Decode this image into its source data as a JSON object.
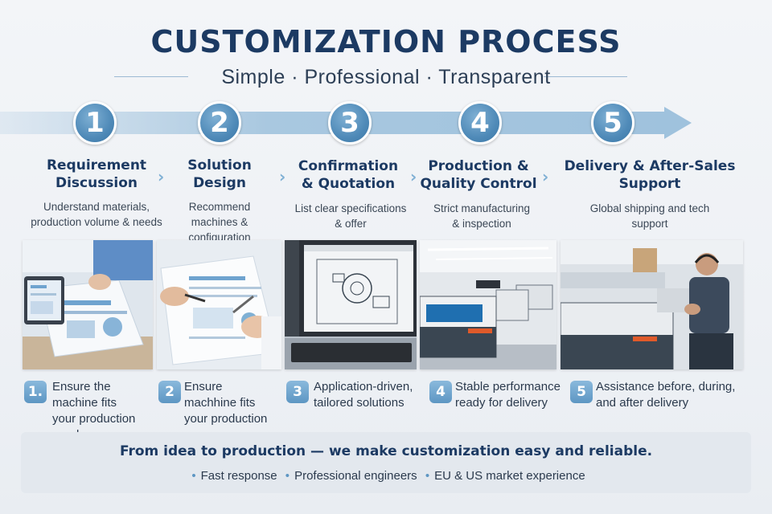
{
  "header": {
    "title": "CUSTOMIZATION PROCESS",
    "subtitle": "Simple · Professional · Transparent"
  },
  "steps": [
    {
      "number": "1",
      "title": "Requirement\nDiscussion",
      "description": "Understand materials,\nproduction volume & needs",
      "badge": "1.",
      "benefit": "Ensure the\nmachine fits\nyour production\nneeds"
    },
    {
      "number": "2",
      "title": "Solution\nDesign",
      "description": "Recommend\nmachines &\nconfiguration",
      "badge": "2",
      "benefit": "Ensure\nmachhine fits\nyour production"
    },
    {
      "number": "3",
      "title": "Confirmation\n& Quotation",
      "description": "List clear specifications\n& offer",
      "badge": "3",
      "benefit": "Application-driven,\ntailored solutions"
    },
    {
      "number": "4",
      "title": "Production &\nQuality Control",
      "description": "Strict manufacturing\n& inspection",
      "badge": "4",
      "benefit": "Stable performance\nready for delivery"
    },
    {
      "number": "5",
      "title": "Delivery & After-Sales\nSupport",
      "description": "Global shipping and tech\nsupport",
      "badge": "5",
      "benefit": "Assistance before, during,\nand after delivery"
    }
  ],
  "footer": {
    "headline": "From idea to production — we make customization easy and reliable.",
    "points": [
      "Fast response",
      "Professional engineers",
      "EU & US market experience"
    ]
  },
  "colors": {
    "title": "#1c3a63",
    "accent": "#5d96c3",
    "arrow": "#9fc2dd"
  },
  "images": [
    "documents-and-tablet-photo",
    "hands-reviewing-papers-photo",
    "cad-drawing-monitor-photo",
    "laser-machine-factory-photo",
    "support-agent-with-headset-photo"
  ]
}
